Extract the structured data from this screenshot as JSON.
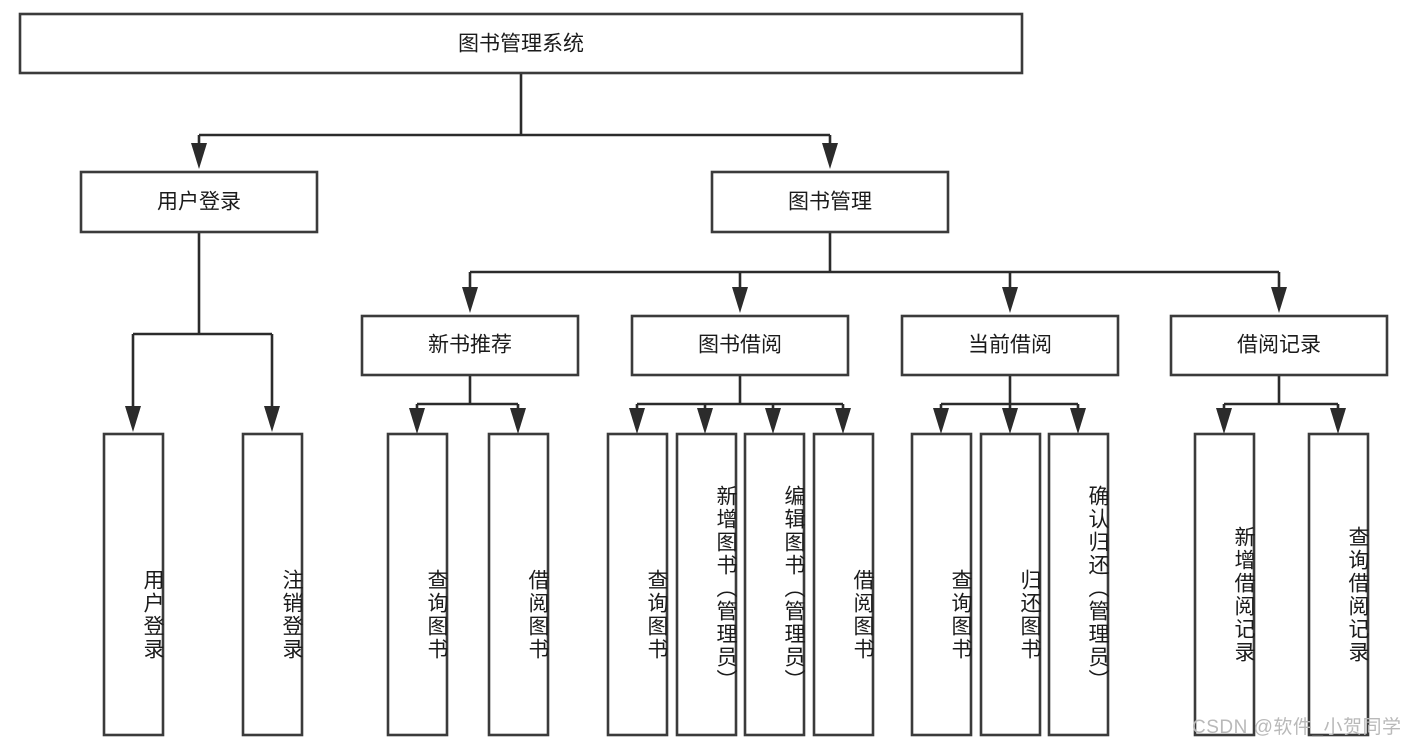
{
  "diagram": {
    "title": "图书管理系统",
    "type": "tree",
    "orientation": "top-down",
    "colors": {
      "box_fill": "#ffffff",
      "box_stroke": "#3b3b3b",
      "connector": "#2b2b2b",
      "text": "#1b1b1b",
      "watermark": "#b9b9b9",
      "background": "#ffffff"
    },
    "root": {
      "label": "图书管理系统"
    },
    "level2": [
      {
        "label": "用户登录"
      },
      {
        "label": "图书管理"
      }
    ],
    "level3": [
      {
        "label": "新书推荐"
      },
      {
        "label": "图书借阅"
      },
      {
        "label": "当前借阅"
      },
      {
        "label": "借阅记录"
      }
    ],
    "leaves": {
      "user_login": [
        {
          "label": "用户登录"
        },
        {
          "label": "注销登录"
        }
      ],
      "new_book_recommend": [
        {
          "label": "查询图书"
        },
        {
          "label": "借阅图书"
        }
      ],
      "book_borrow": [
        {
          "label": "查询图书"
        },
        {
          "label": "新增图书（管理员）"
        },
        {
          "label": "编辑图书（管理员）"
        },
        {
          "label": "借阅图书"
        }
      ],
      "current_borrow": [
        {
          "label": "查询图书"
        },
        {
          "label": "归还图书"
        },
        {
          "label": "确认归还（管理员）"
        }
      ],
      "borrow_record": [
        {
          "label": "新增借阅记录"
        },
        {
          "label": "查询借阅记录"
        }
      ]
    }
  },
  "watermark": {
    "text": "CSDN @软件_小贺同学"
  }
}
